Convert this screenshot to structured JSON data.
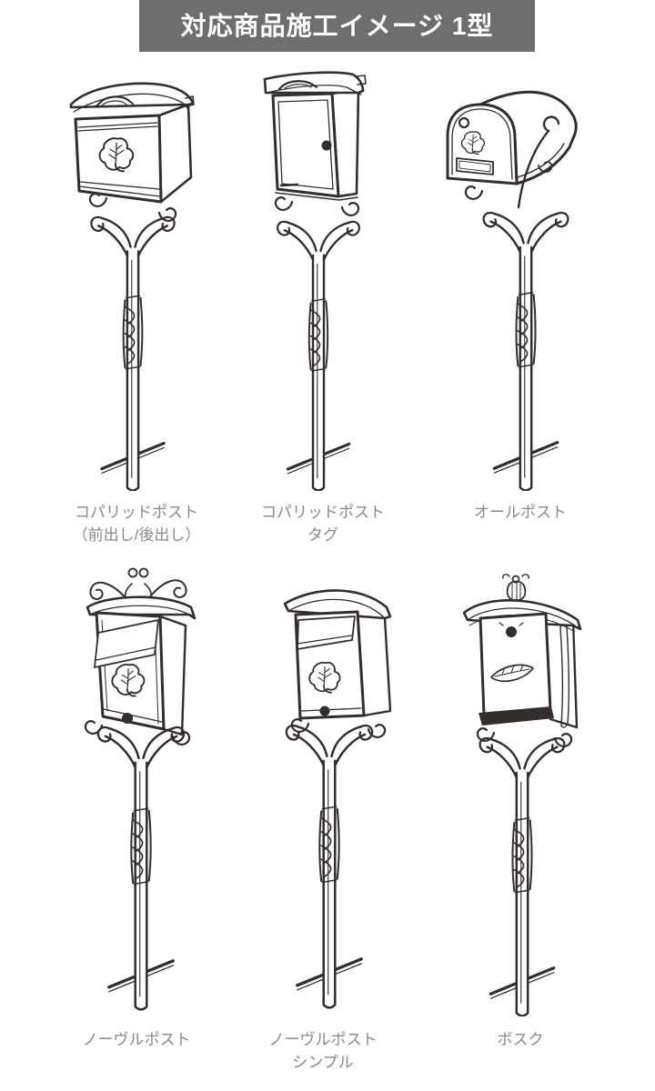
{
  "header": {
    "title": "対応商品施工イメージ 1型",
    "bg_color": "#6e6e6e",
    "text_color": "#ffffff"
  },
  "style": {
    "line_color": "#332e2c",
    "label_color": "#8a8a8a",
    "page_background": "#ffffff"
  },
  "products": [
    {
      "id": "copa-lid-post",
      "name_lines": [
        "コパリッドポスト",
        "（前出し/後出し）"
      ],
      "illustration": "wide-lidded-mailbox-on-twisted-stake-pole"
    },
    {
      "id": "copa-lid-post-tag",
      "name_lines": [
        "コパリッドポスト",
        "タグ"
      ],
      "illustration": "tall-lidded-mailbox-on-twisted-stake-pole"
    },
    {
      "id": "all-post",
      "name_lines": [
        "オールポスト"
      ],
      "illustration": "us-style-tunnel-mailbox-on-twisted-stake-pole"
    },
    {
      "id": "novel-post",
      "name_lines": [
        "ノーヴルポスト"
      ],
      "illustration": "scroll-top-vertical-mailbox-on-twisted-stake-pole"
    },
    {
      "id": "novel-post-simple",
      "name_lines": [
        "ノーヴルポスト",
        "シンプル"
      ],
      "illustration": "plain-vertical-mailbox-on-twisted-stake-pole"
    },
    {
      "id": "bosque",
      "name_lines": [
        "ボスク"
      ],
      "illustration": "finial-top-mailbox-on-twisted-stake-pole"
    }
  ]
}
